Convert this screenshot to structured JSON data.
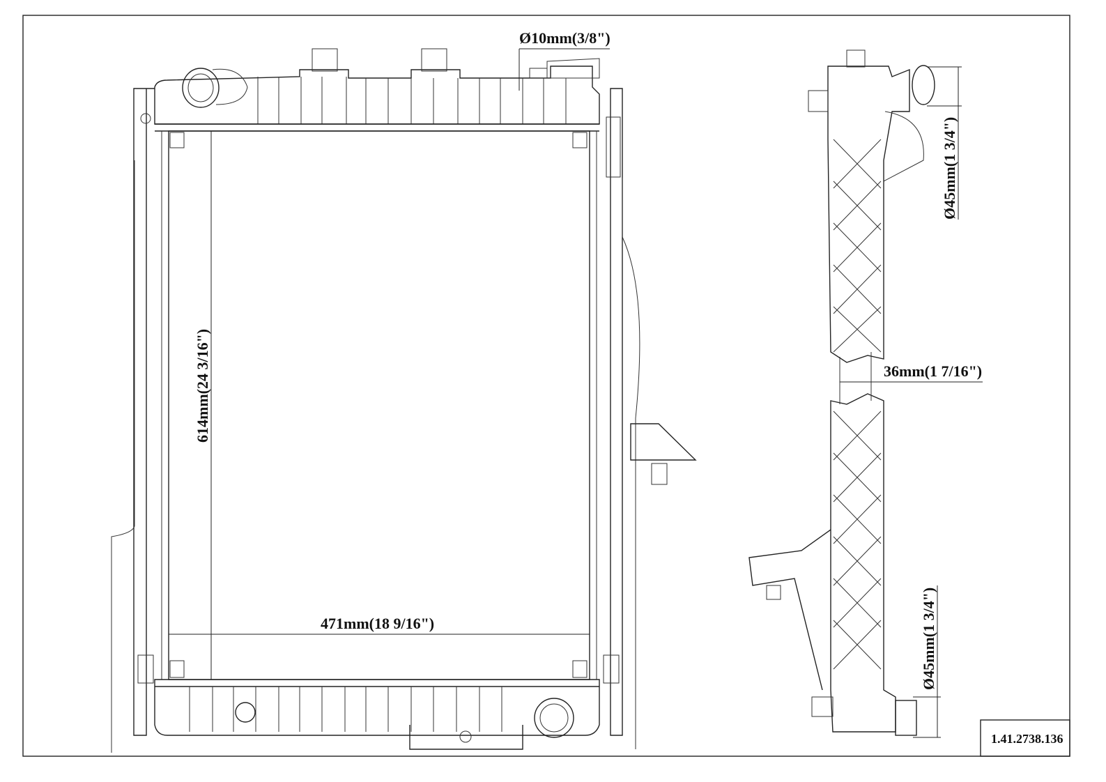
{
  "drawing": {
    "dimensions": {
      "outlet_small": "Ø10mm(3/8\")",
      "core_height": "614mm(24 3/16\")",
      "core_width": "471mm(18 9/16\")",
      "inlet_top": "Ø45mm(1 3/4\")",
      "core_thickness": "36mm(1 7/16\")",
      "outlet_bottom": "Ø45mm(1 3/4\")"
    },
    "part_number": "1.41.2738.136"
  }
}
